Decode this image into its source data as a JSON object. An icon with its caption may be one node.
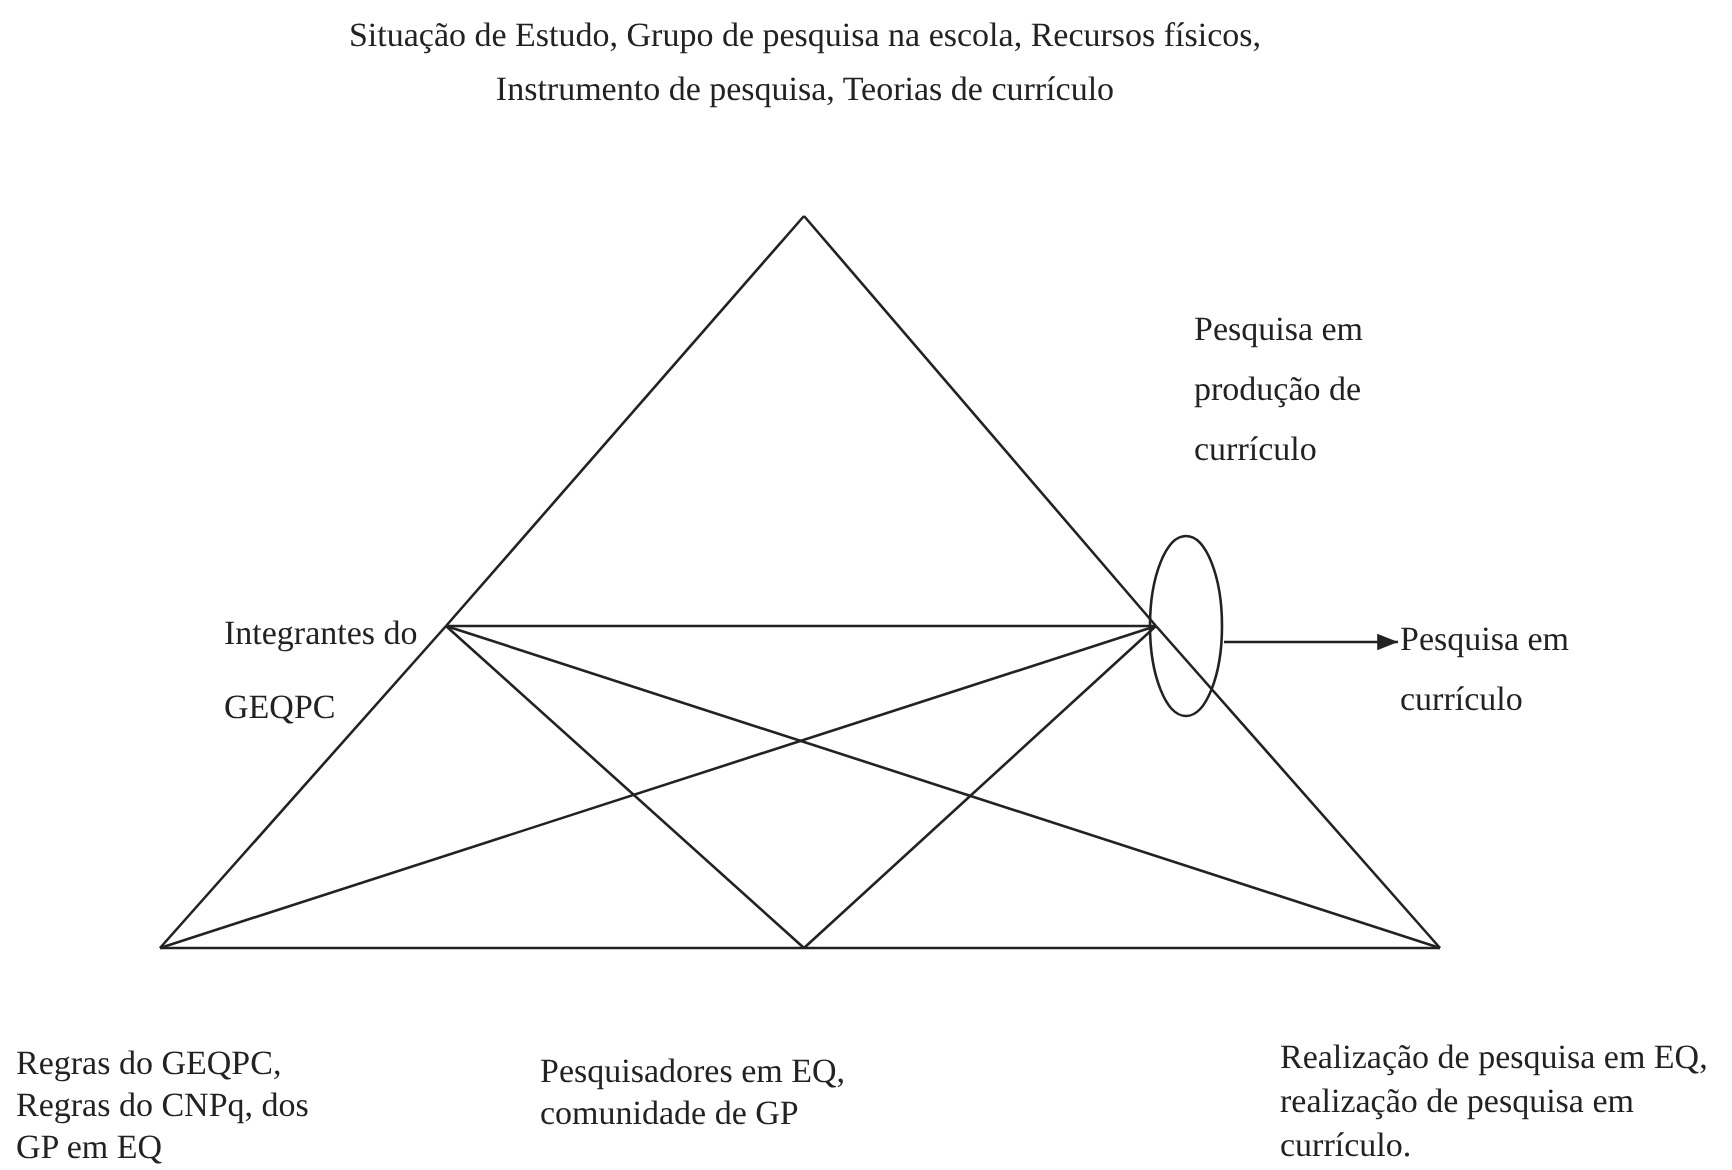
{
  "diagram": {
    "nodes": [
      {
        "text": [
          "Situação de Estudo, Grupo de pesquisa na escola, Recursos físicos, Instrumento de pesquisa, Teorias de currículo"
        ]
      },
      {
        "text": [
          "Integrantes do GEQPC"
        ]
      },
      {
        "text": [
          "Pesquisa em produção de currículo"
        ]
      },
      {
        "text": [
          "Pesquisa em currículo"
        ]
      },
      {
        "text": [
          "Regras do GEQPC, Regras do CNPq, dos GP em EQ"
        ]
      },
      {
        "text": [
          "Pesquisadores em EQ, comunidade de GP"
        ]
      },
      {
        "text": [
          "Realização de pesquisa em EQ, realização de pesquisa em currículo."
        ]
      }
    ],
    "edges": [
      {
        "from": 0,
        "to": 1,
        "arrow": "none"
      },
      {
        "from": 1,
        "to": 4,
        "arrow": "none"
      },
      {
        "from": 0,
        "to": 2,
        "arrow": "none"
      },
      {
        "from": 2,
        "to": 6,
        "arrow": "none"
      },
      {
        "from": 4,
        "to": 5,
        "arrow": "none"
      },
      {
        "from": 5,
        "to": 6,
        "arrow": "none"
      },
      {
        "from": 1,
        "to": 2,
        "arrow": "none"
      },
      {
        "from": 1,
        "to": 5,
        "arrow": "none"
      },
      {
        "from": 1,
        "to": 6,
        "arrow": "none"
      },
      {
        "from": 4,
        "to": 2,
        "arrow": "none"
      },
      {
        "from": 5,
        "to": 2,
        "arrow": "none"
      },
      {
        "from": 2,
        "to": 3,
        "arrow": "to"
      }
    ]
  }
}
